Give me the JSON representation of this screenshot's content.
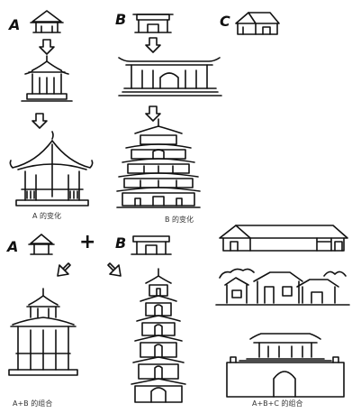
{
  "labels": {
    "a": "A",
    "b": "B",
    "c": "C",
    "a2": "A",
    "b2": "B",
    "plus": "+"
  },
  "captions": {
    "a_change": "A 的变化",
    "b_change": "B 的变化",
    "ab_combo": "A+B 的组合",
    "abc_combo": "A+B+C 的组合"
  },
  "colors": {
    "ink": "#111111",
    "background": "#ffffff"
  },
  "icons": [
    "arrow-down-icon",
    "arrow-diagonal-icon"
  ]
}
